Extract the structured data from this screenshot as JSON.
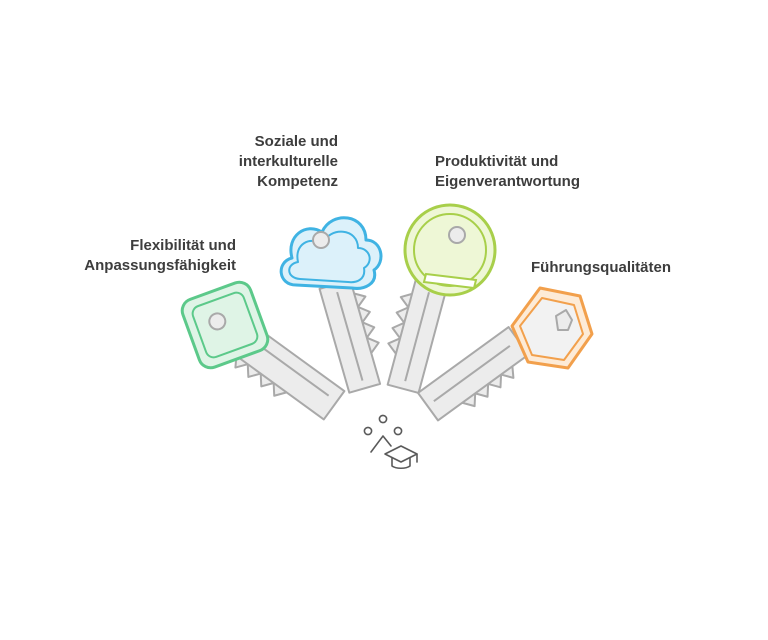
{
  "keys": [
    {
      "id": "flexibility",
      "lines": [
        "Flexibilität und",
        "Anpassungsfähigkeit"
      ],
      "color": "#5cc98a",
      "fill": "#dff4e6"
    },
    {
      "id": "social",
      "lines": [
        "Soziale und",
        "interkulturelle",
        "Kompetenz"
      ],
      "color": "#3fb3e3",
      "fill": "#dcf1fa"
    },
    {
      "id": "productivity",
      "lines": [
        "Produktivität und",
        "Eigenverantwortung"
      ],
      "color": "#a8cf4a",
      "fill": "#eef7d6"
    },
    {
      "id": "leadership",
      "lines": [
        "Führungsqualitäten"
      ],
      "color": "#f2a04c",
      "fill": "#fdebd7"
    }
  ],
  "colors": {
    "blade_fill": "#ececec",
    "blade_stroke": "#a9a9a9",
    "text": "#3d3d3d",
    "icon": "#5a5a5a"
  },
  "center_icon": "graduation-cap-icon"
}
